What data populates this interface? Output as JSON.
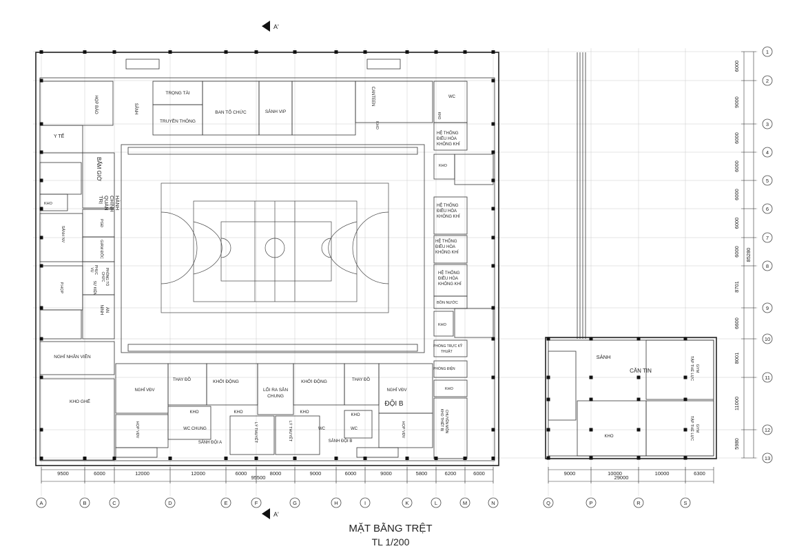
{
  "section_mark": "A'",
  "drawing_title": "MẶT BẰNG TRỆT",
  "drawing_scale": "TL 1/200",
  "rooms": {
    "y_te": "Y TẾ",
    "hop_bao": "HỌP BÁO",
    "sanh": "SẢNH",
    "trong_tai": "TRỌNG TÀI",
    "truyen_thong": "TRUYỀN THÔNG",
    "ban_to_chuc": "BAN TỔ CHỨC",
    "sanh_vip": "SẢNH VIP",
    "canteen": "CANTEEN",
    "kho": "KHO",
    "wc": "WC",
    "he_thong_1": "HỆ THỐNG",
    "he_thong_2": "ĐIỀU HÒA",
    "he_thong_3": "KHÔNG KHÍ",
    "bam_gio": "BẤM GIỜ",
    "hanh_chinh_1": "HÀNH",
    "hanh_chinh_2": "CHÍNH",
    "hanh_chinh_3": "QUẢN",
    "hanh_chinh_4": "TRỊ",
    "sanh_nv": "SẢNH NV",
    "pgd": "PGĐ",
    "giam_doc": "GIÁM ĐỐC",
    "p_hop": "P.HỌP",
    "phong_to_chuc_1": "PHÒNG TỔ",
    "phong_to_chuc_2": "CHỨC",
    "phuc_vu_1": "PHỤC",
    "phuc_vu_2": "VỤ",
    "su_kien": "SỰ KIỆN",
    "an_ninh_1": "AN",
    "an_ninh_2": "NINH",
    "nghi_nhan_vien": "NGHỈ NHÂN VIÊN",
    "kho_ghe": "KHO GHẾ",
    "nghi_vdv": "NGHỈ VĐV",
    "hop_vdv": "HỌP VĐV",
    "thay_do": "THAY ĐỒ",
    "khoi_dong": "KHỞI ĐỘNG",
    "loi_ra_san_1": "LỐI RA SÂN",
    "loi_ra_san_2": "CHUNG",
    "wc_chung": "WC CHUNG",
    "ly_thuyet": "LÝ THUYẾT",
    "sanh_doi_a": "SẢNH ĐỘI A",
    "sanh_doi_b": "SẢNH ĐỘI B",
    "doi_b": "ĐỘI B",
    "bon_nuoc": "BỒN NƯỚC",
    "phong_truc_1": "PHÒNG TRỰC KỸ",
    "phong_truc_2": "THUẬT",
    "phong_dien": "PHÒNG ĐIỆN",
    "kho_thiet_bi_1": "KHO THIẾT BỊ",
    "kho_thiet_bi_2": "CHUYÊN MÔN",
    "can_tin": "CĂN TIN",
    "tap_the_luc_1": "TẬP THỂ LỰC",
    "tap_the_luc_2": "GYM"
  },
  "grid_columns": [
    "A",
    "B",
    "C",
    "D",
    "E",
    "F",
    "G",
    "H",
    "I",
    "K",
    "L",
    "M",
    "N",
    "Q",
    "P",
    "R",
    "S"
  ],
  "grid_rows": [
    "1",
    "2",
    "3",
    "4",
    "5",
    "6",
    "7",
    "8",
    "9",
    "10",
    "11",
    "12",
    "13"
  ],
  "dims_main": [
    "9500",
    "6000",
    "12000",
    "12000",
    "6000",
    "8000",
    "9000",
    "6000",
    "9000",
    "5800",
    "6200",
    "6000"
  ],
  "dims_main_total": "95500",
  "dims_annex": [
    "9000",
    "10000",
    "10000",
    "6300"
  ],
  "dims_annex_total": "29000",
  "dims_rows": [
    "6000",
    "9000",
    "6000",
    "6000",
    "6000",
    "6000",
    "6000",
    "8701",
    "6600",
    "8001",
    "11000",
    "5980"
  ],
  "dims_rows_total": "85280"
}
